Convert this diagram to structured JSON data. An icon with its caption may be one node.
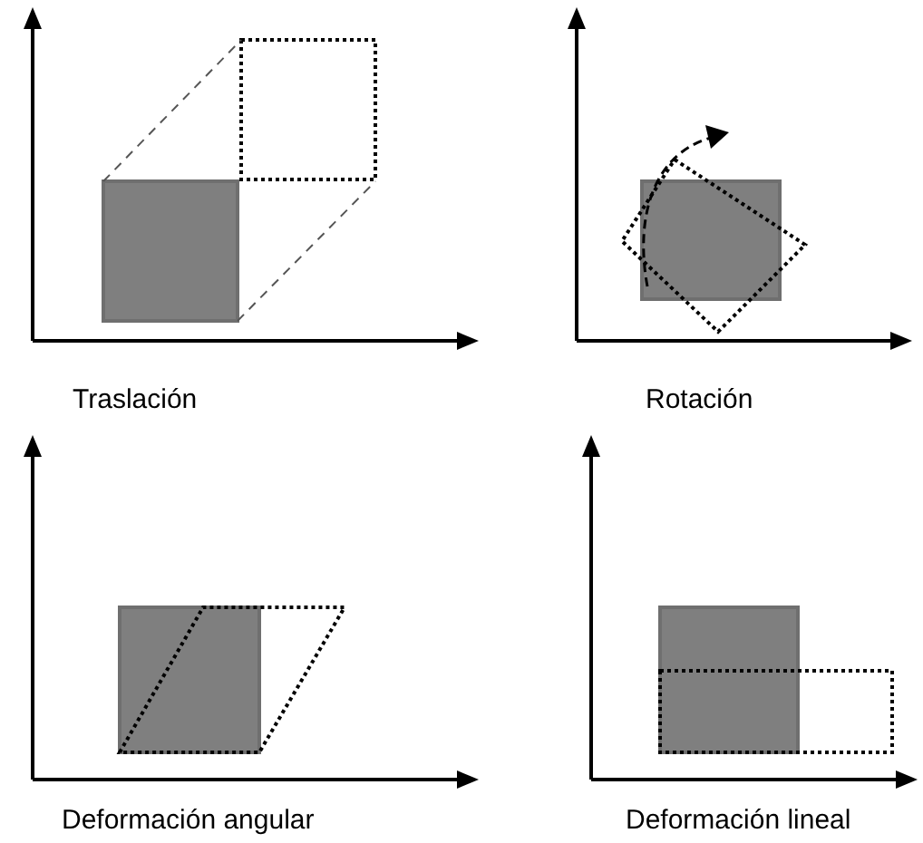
{
  "diagram": {
    "labels": [
      "Traslación",
      "Rotación",
      "Deformación angular",
      "Deformación lineal"
    ]
  }
}
